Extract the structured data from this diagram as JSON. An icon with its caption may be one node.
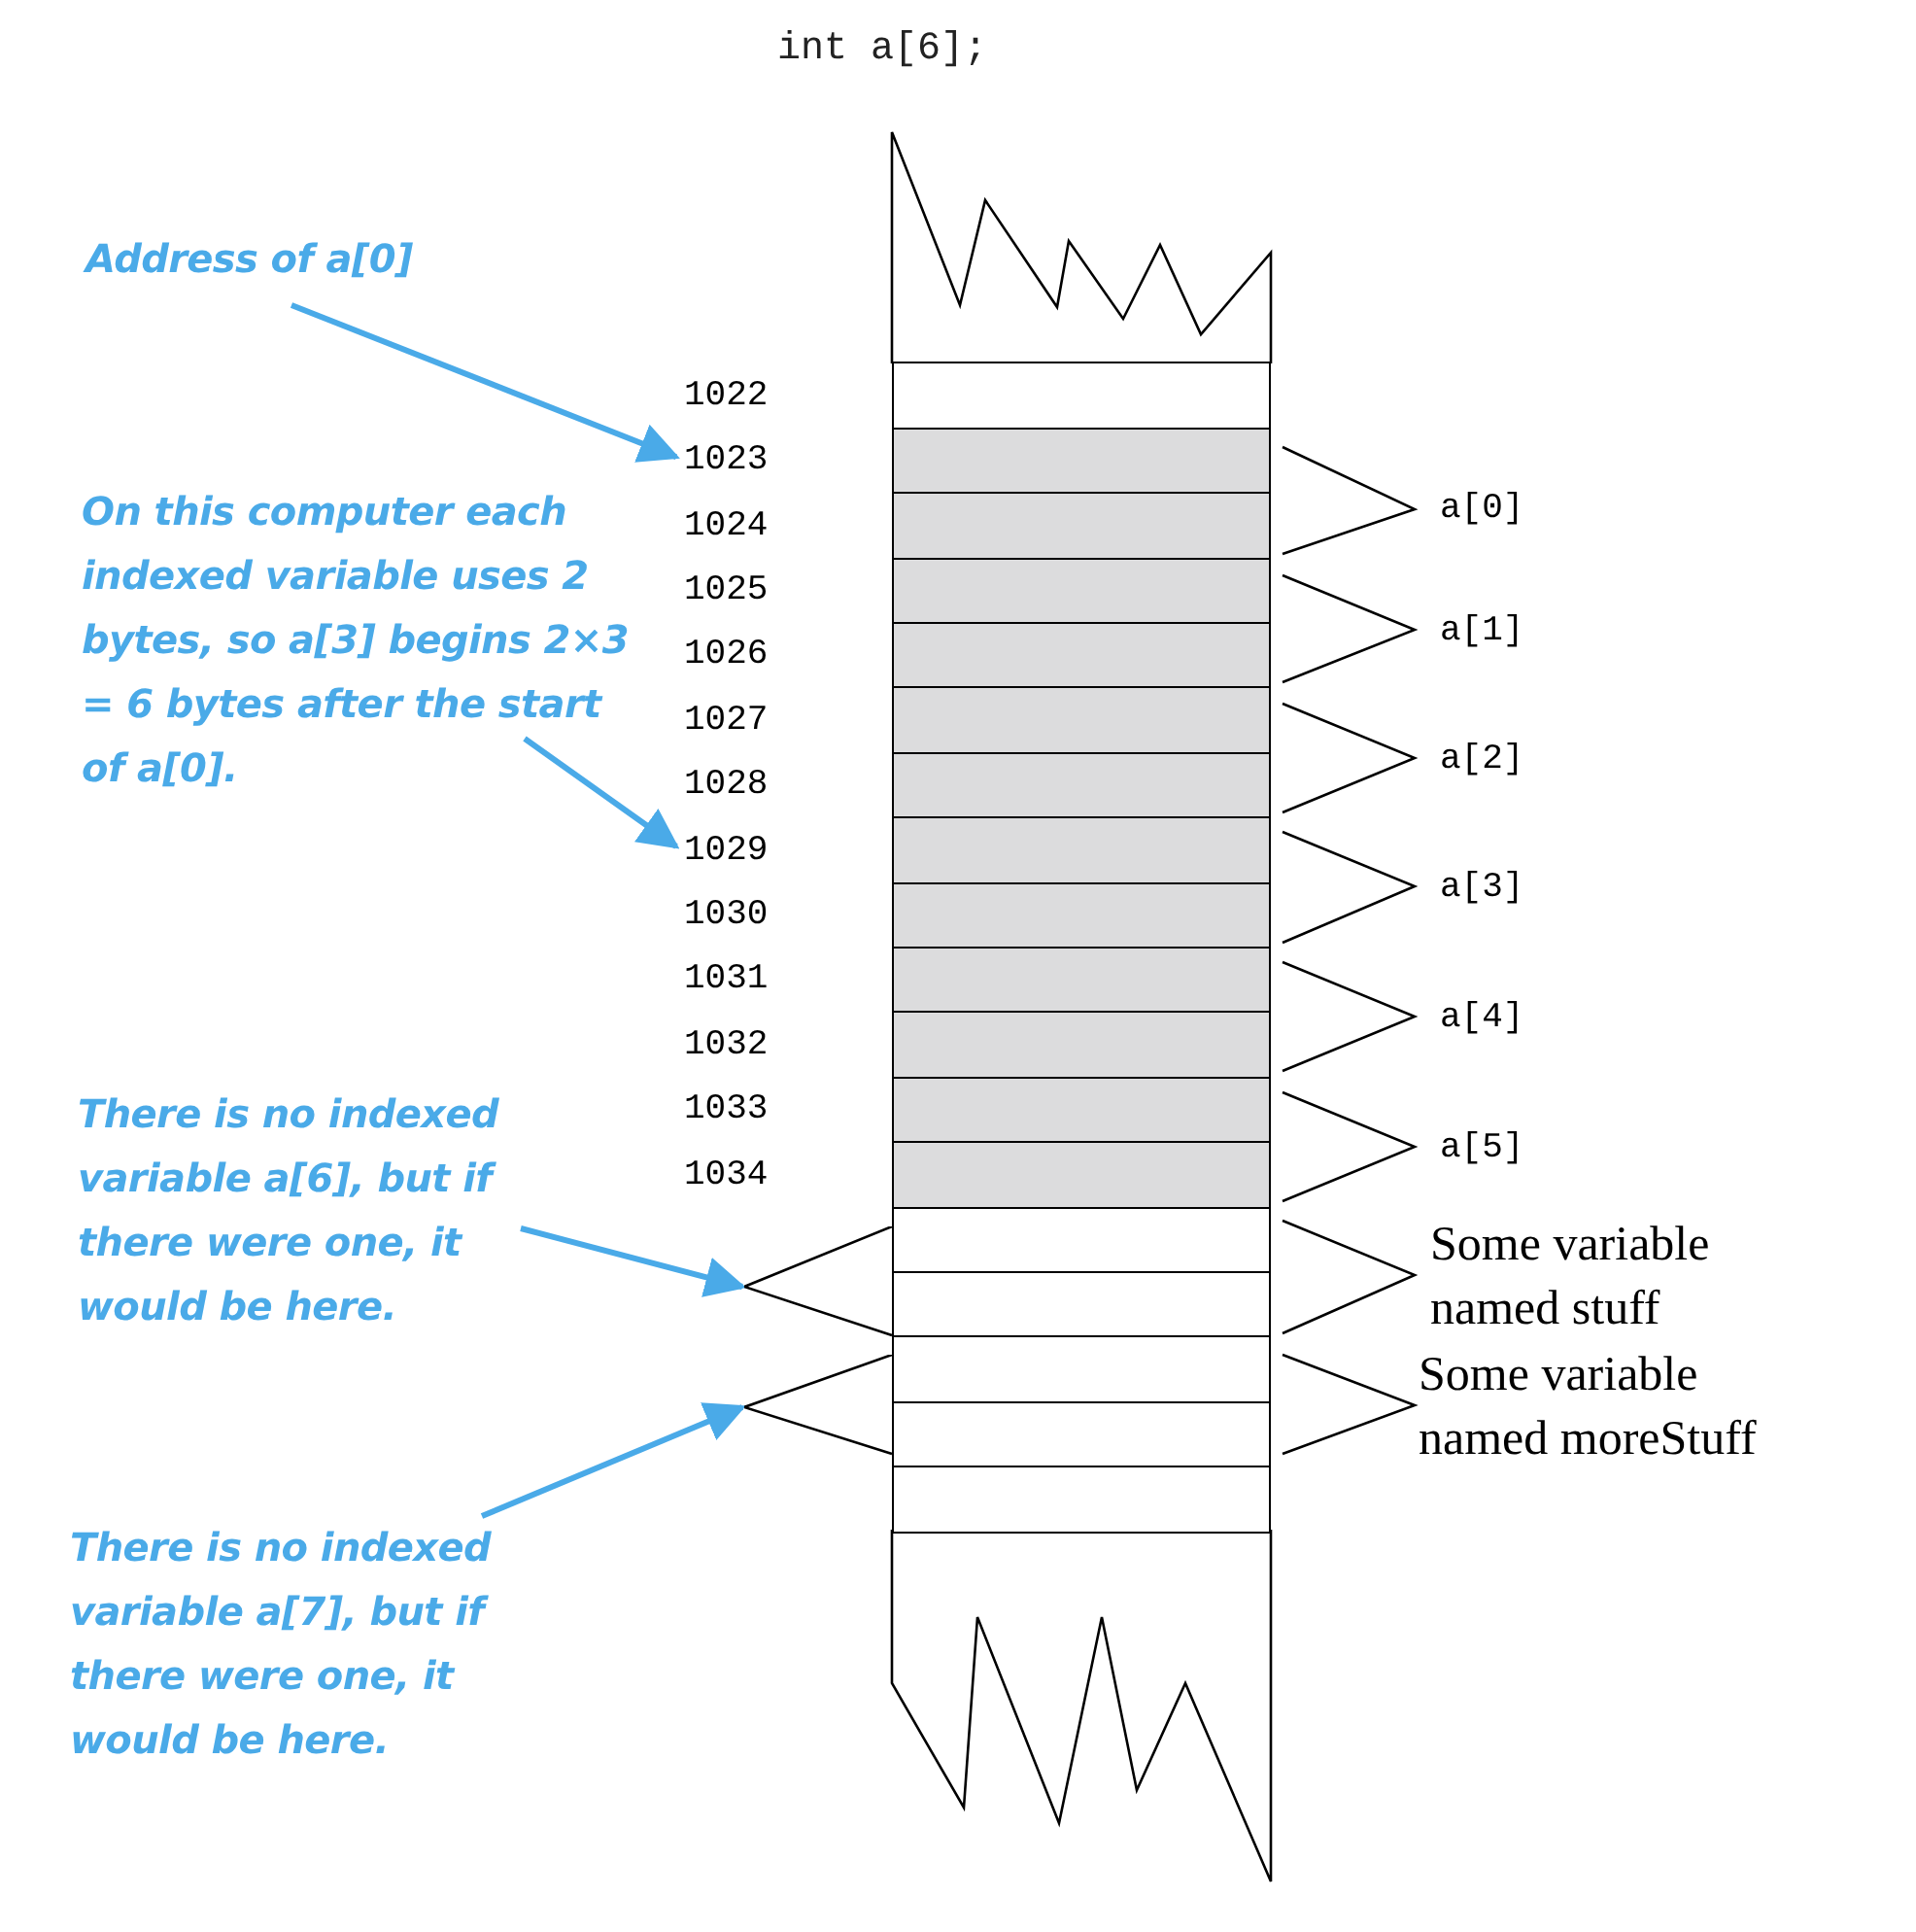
{
  "diagram": {
    "title": "int a[6];",
    "nodes": [
      {
        "text": [
          "Address of a[0]"
        ]
      },
      {
        "text": [
          "On this computer each indexed variable uses 2 bytes, so a[3] begins 2×3 = 6 bytes after the start of a[0]."
        ]
      },
      {
        "text": [
          "There is no indexed variable a[6], but if there were one, it would be here."
        ]
      },
      {
        "text": [
          "There is no indexed variable a[7], but if there were one, it would be here."
        ]
      },
      {
        "text": [
          "1023"
        ]
      },
      {
        "text": [
          "1029"
        ]
      },
      {
        "text": [],
        "shape": "box"
      },
      {
        "text": [],
        "shape": "box"
      },
      {
        "text": [],
        "shape": "box"
      },
      {
        "text": [],
        "shape": "box"
      },
      {
        "text": [],
        "shape": "box"
      },
      {
        "text": [],
        "shape": "box"
      },
      {
        "text": [],
        "shape": "box"
      },
      {
        "text": [],
        "shape": "box"
      },
      {
        "text": [],
        "shape": "box"
      },
      {
        "text": [],
        "shape": "box"
      },
      {
        "text": [],
        "shape": "box"
      },
      {
        "text": [],
        "shape": "box"
      },
      {
        "text": [],
        "shape": "box"
      },
      {
        "text": [],
        "shape": "box"
      },
      {
        "text": [],
        "shape": "box"
      },
      {
        "text": [],
        "shape": "box"
      },
      {
        "text": [],
        "shape": "box"
      },
      {
        "text": [],
        "shape": "box"
      },
      {
        "text": [],
        "shape": "bracket"
      },
      {
        "text": [],
        "shape": "bracket"
      }
    ],
    "edges": [
      {
        "from": 0,
        "to": 4,
        "arrow": "to"
      },
      {
        "from": 1,
        "to": 5,
        "arrow": "to"
      },
      {
        "from": 2,
        "to": 24,
        "arrow": "to"
      },
      {
        "from": 3,
        "to": 25,
        "arrow": "to"
      }
    ],
    "labels": [
      "1022",
      "a[0]",
      "1024",
      "1025",
      "a[1]",
      "1026",
      "1027",
      "a[2]",
      "1028",
      "a[3]",
      "1030",
      "1031",
      "a[4]",
      "1032",
      "1033",
      "a[5]",
      "1034",
      "Some variable named stuff",
      "Some variable named moreStuff"
    ]
  }
}
